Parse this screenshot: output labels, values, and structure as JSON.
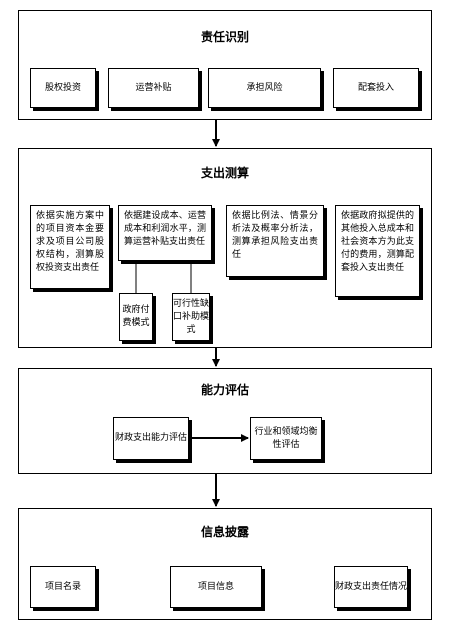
{
  "stages": [
    {
      "title": "责任识别",
      "boxes": [
        "股权投资",
        "运营补贴",
        "承担风险",
        "配套投入"
      ]
    },
    {
      "title": "支出测算",
      "boxes": [
        "依据实施方案中的项目资本金要求及项目公司股权结构，测算股权投资支出责任",
        "依据建设成本、运营成本和利润水平，测算运营补贴支出责任",
        "依据比例法、情景分析法及概率分析法，测算承担风险支出责任",
        "依据政府拟提供的其他投入总成本和社会资本方为此支付的费用，测算配套投入支出责任"
      ],
      "sub_boxes": [
        "政府付费模式",
        "可行性缺口补助模式"
      ]
    },
    {
      "title": "能力评估",
      "boxes": [
        "财政支出能力评估",
        "行业和领域均衡性评估"
      ]
    },
    {
      "title": "信息披露",
      "boxes": [
        "项目名录",
        "项目信息",
        "财政支出责任情况"
      ]
    }
  ]
}
